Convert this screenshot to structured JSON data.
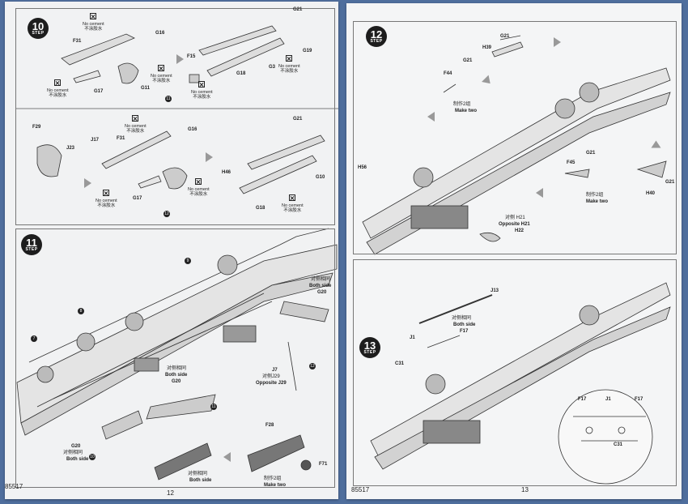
{
  "left_page": {
    "page_number": "12",
    "code": "85517",
    "step10": {
      "number": "10",
      "step_word": "STEP",
      "parts_upper": [
        "F31",
        "G16",
        "G17",
        "G11",
        "F15",
        "G21",
        "G3",
        "G19",
        "G18"
      ],
      "parts_lower": [
        "F29",
        "J23",
        "J17",
        "F31",
        "G16",
        "G17",
        "H46",
        "G21",
        "G10",
        "G18"
      ],
      "no_cement": "No cement",
      "no_cement_cn": "不涂胶水",
      "callouts": [
        "11",
        "12"
      ]
    },
    "step11": {
      "number": "11",
      "step_word": "STEP",
      "callouts": [
        "9",
        "8",
        "7",
        "10",
        "11",
        "12"
      ],
      "both_side_cn": "对侧相同",
      "both_side": "Both side",
      "parts": [
        "G20",
        "G20",
        "G20",
        "J7",
        "J29",
        "F28",
        "F71"
      ],
      "opposite_cn": "对侧J29",
      "opposite": "Opposite J29",
      "make_two_cn": "制作2组",
      "make_two": "Make two"
    }
  },
  "right_page": {
    "page_number": "13",
    "code": "85517",
    "step12": {
      "number": "12",
      "step_word": "STEP",
      "parts": [
        "G21",
        "H39",
        "G21",
        "F44",
        "H56",
        "G21",
        "F45",
        "H40",
        "G21",
        "H21",
        "H22"
      ],
      "make_two_cn": "制作2组",
      "make_two": "Make two",
      "opposite_cn": "对侧 H21",
      "opposite": "Opposite  H21"
    },
    "step13": {
      "number": "13",
      "step_word": "STEP",
      "parts": [
        "J13",
        "J1",
        "F17",
        "C31",
        "F17",
        "J1",
        "F17",
        "C31"
      ],
      "both_side_cn": "对侧相同",
      "both_side": "Both side"
    }
  }
}
